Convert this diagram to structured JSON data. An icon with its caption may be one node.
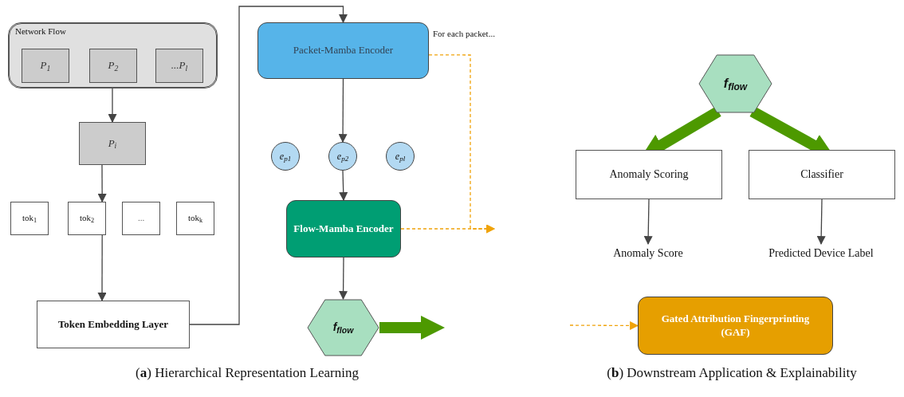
{
  "diagram": {
    "nodes": [
      {
        "text": [
          "Network Flow"
        ]
      },
      {
        "text": [
          "P$_{1}$"
        ],
        "in": 0
      },
      {
        "text": [
          "P$_{2}$"
        ],
        "in": 0
      },
      {
        "text": [
          "...P$_{l}$"
        ],
        "in": 0
      },
      {
        "text": [
          "P$_{i}$"
        ]
      },
      {
        "text": [
          "tok$_{1}$"
        ]
      },
      {
        "text": [
          "tok$_{2}$"
        ]
      },
      {
        "text": [
          "..."
        ]
      },
      {
        "text": [
          "tok$_{k}$"
        ]
      },
      {
        "text": [
          "Token Embedding Layer"
        ]
      },
      {
        "text": [
          "Packet-Mamba Encoder"
        ],
        "beside": [
          "For each packet..."
        ]
      },
      {
        "text": [
          "e$_{p1}$"
        ]
      },
      {
        "text": [
          "e$_{p2}$"
        ]
      },
      {
        "text": [
          "e$_{pl}$"
        ]
      },
      {
        "text": [
          "Flow-Mamba Encoder"
        ]
      },
      {
        "text": [
          "f$_{flow}$"
        ]
      },
      {
        "text": [
          "f$_{flow}$"
        ]
      },
      {
        "text": [
          "Anomaly Scoring"
        ]
      },
      {
        "text": [
          "Classifier"
        ]
      },
      {
        "text": [
          "Anomaly Score"
        ]
      },
      {
        "text": [
          "Predicted Device Label"
        ]
      },
      {
        "text": [
          "Gated Attribution Fingerprinting (GAF)"
        ]
      }
    ],
    "edges": [
      {
        "from": 2,
        "to": 4,
        "arrow": "to"
      },
      {
        "from": 4,
        "to": 6,
        "arrow": "to"
      },
      {
        "from": 6,
        "to": 9,
        "arrow": "to"
      },
      {
        "from": 9,
        "to": 10,
        "arrow": "to"
      },
      {
        "from": 10,
        "to": 12,
        "arrow": "to"
      },
      {
        "from": 12,
        "to": 14,
        "arrow": "to"
      },
      {
        "from": 14,
        "to": 15,
        "arrow": "to"
      },
      {
        "from": 15,
        "to": null,
        "arrow": "to",
        "style": "thick",
        "color": "#4d9900"
      },
      {
        "from": 10,
        "to": null,
        "arrow": "to",
        "style": "dashed",
        "color": "#f0a30a"
      },
      {
        "from": 14,
        "to": null,
        "arrow": "to",
        "style": "dashed",
        "color": "#f0a30a"
      },
      {
        "from": null,
        "to": 21,
        "arrow": "to",
        "style": "dashed",
        "color": "#f0a30a"
      },
      {
        "from": 16,
        "to": 17,
        "arrow": "to",
        "style": "thick",
        "color": "#4d9900"
      },
      {
        "from": 16,
        "to": 18,
        "arrow": "to",
        "style": "thick",
        "color": "#4d9900"
      },
      {
        "from": 17,
        "to": 19,
        "arrow": "to"
      },
      {
        "from": 18,
        "to": 20,
        "arrow": "to"
      }
    ],
    "labels": [
      "(**a**) Hierarchical Representation Learning",
      "(**b**) Downstream Application & Explainability"
    ]
  }
}
